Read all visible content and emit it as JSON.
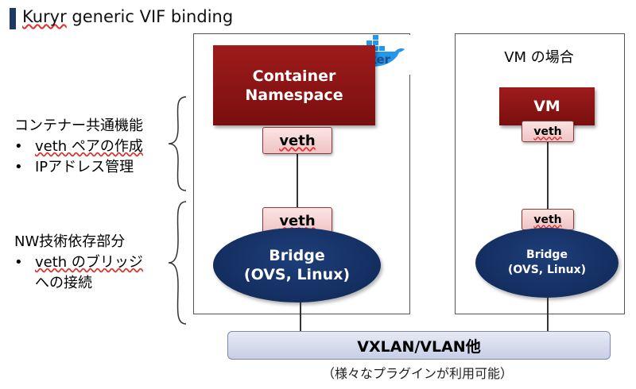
{
  "title": {
    "prefix": "Kuryr",
    "rest": " generic VIF binding"
  },
  "docker_logo_text": "docker",
  "container": {
    "namespace_line1": "Container",
    "namespace_line2": "Namespace",
    "veth_top": "veth",
    "veth_bottom": "veth",
    "bridge_line1": "Bridge",
    "bridge_line2": "(OVS, Linux)"
  },
  "vm_case": {
    "label": "VM の場合",
    "vm": "VM",
    "veth_top": "veth",
    "veth_bottom": "veth",
    "bridge_line1": "Bridge",
    "bridge_line2": "(OVS, Linux)"
  },
  "network": {
    "label": "VXLAN/VLAN他",
    "note": "（様々なプラグインが利用可能）"
  },
  "side_top": {
    "heading": "コンテナー共通機能",
    "items": [
      "veth ペアの作成",
      "IPアドレス管理"
    ]
  },
  "side_bottom": {
    "heading": "NW技術依存部分",
    "item_line1": "veth のブリッジ",
    "item_line2": "への接続"
  }
}
